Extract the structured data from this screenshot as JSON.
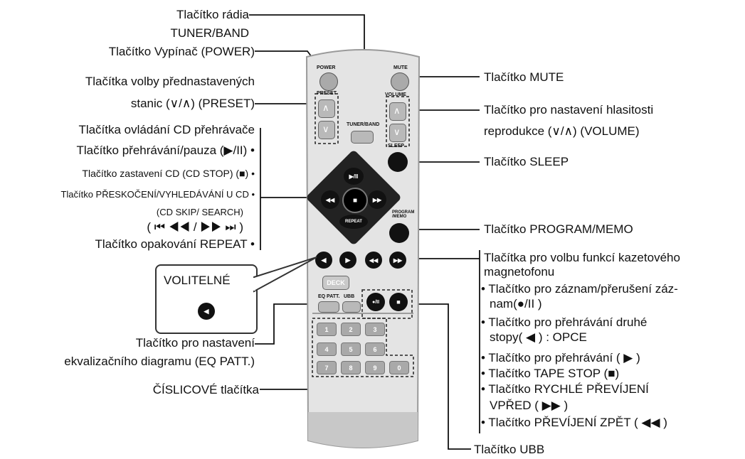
{
  "labels": {
    "tuner_l1": "Tlačítko rádia",
    "tuner_l2": "TUNER/BAND",
    "power": "Tlačítko Vypínač (POWER)",
    "preset_l1": "Tlačítka volby přednastavených",
    "preset_l2": "stanic (∨/∧) (PRESET)",
    "cd_header": "Tlačítka ovládání CD přehrávače",
    "cd_play": "Tlačítko přehrávání/pauza (▶/II) •",
    "cd_stop": "Tlačítko zastavení CD (CD STOP) (■) •",
    "cd_skip_l1": "Tlačítko PŘESKOČENÍ/VYHLEDÁVÁNÍ U CD •",
    "cd_skip_l2": "(CD SKIP/ SEARCH)",
    "cd_skip_l3": "( ⏮ ◀◀ / ▶▶ ⏭ )",
    "cd_repeat": "Tlačítko opakování REPEAT •",
    "optional": "VOLITELNÉ",
    "eq_l1": "Tlačítko pro nastavení",
    "eq_l2": "ekvalizačního diagramu (EQ PATT.)",
    "numeric": "ČÍSLICOVÉ tlačítka",
    "mute": "Tlačítko MUTE",
    "volume_l1": "Tlačítko pro nastavení hlasitosti",
    "volume_l2": "reprodukce (∨/∧) (VOLUME)",
    "sleep": "Tlačítko SLEEP",
    "program": "Tlačítko PROGRAM/MEMO",
    "deck_l1": "Tlačítka pro volbu funkcí kazetového",
    "deck_l2": "magnetofonu",
    "deck_rec_l1": "• Tlačítko pro záznam/přerušení záz-",
    "deck_rec_l2": "nam(●/II  )",
    "deck_rev_l1": "• Tlačítko pro přehrávání druhé",
    "deck_rev_l2": "stopy( ◀ ) : OPCE",
    "deck_play": "• Tlačítko pro přehrávání ( ▶ )",
    "deck_stop": "• Tlačítko TAPE STOP (■)",
    "deck_ff_l1": "• Tlačítko RYCHLÉ PŘEVÍJENÍ",
    "deck_ff_l2": "VPŘED ( ▶▶ )",
    "deck_rew": "• Tlačítko  PŘEVÍJENÍ ZPĚT ( ◀◀ )",
    "ubb": "Tlačítko UBB"
  },
  "remote": {
    "power": "POWER",
    "mute": "MUTE",
    "preset": "PRESET",
    "volume": "VOLUME",
    "tuner_band": "TUNER/BAND",
    "sleep": "SLEEP",
    "program_memo": "PROGRAM /MEMO",
    "repeat": "REPEAT",
    "deck": "DECK",
    "eq_patt": "EQ PATT.",
    "ubb": "UBB",
    "play_pause": "▶/II",
    "stop": "■",
    "numbers": [
      "1",
      "2",
      "3",
      "4",
      "5",
      "6",
      "7",
      "8",
      "9",
      "0"
    ]
  }
}
